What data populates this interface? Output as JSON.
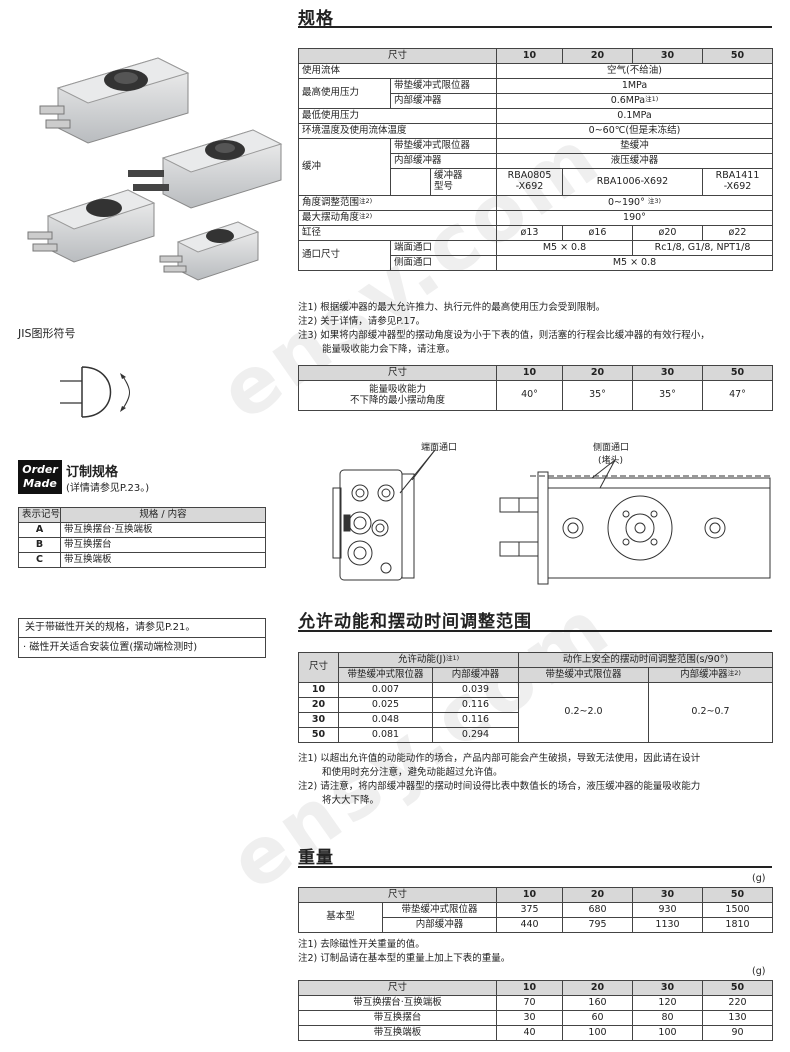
{
  "spec": {
    "title": "规格",
    "headers": [
      "尺寸",
      "10",
      "20",
      "30",
      "50"
    ],
    "fluid": {
      "label": "使用流体",
      "value": "空气(不给油)"
    },
    "max_pressure": {
      "label": "最高使用压力",
      "sub1": "带垫缓冲式限位器",
      "val1": "1MPa",
      "sub2": "内部缓冲器",
      "val2": "0.6MPa",
      "note_ref": "注1)"
    },
    "min_pressure": {
      "label": "最低使用压力",
      "value": "0.1MPa"
    },
    "temp": {
      "label": "环境温度及使用流体温度",
      "value": "0~60℃(但是未冻结)"
    },
    "cushion": {
      "label": "缓冲",
      "sub1": "带垫缓冲式限位器",
      "val1": "垫缓冲",
      "sub2": "内部缓冲器",
      "val2": "液压缓冲器",
      "sub3a": "缓冲器",
      "sub3b": "型号",
      "m1a": "RBA0805",
      "m1b": "-X692",
      "m2": "RBA1006-X692",
      "m3a": "RBA1411",
      "m3b": "-X692"
    },
    "angle_range": {
      "label": "角度调整范围",
      "note_ref": "注2)",
      "value": "0~190°",
      "value_note": "注3)"
    },
    "max_angle": {
      "label": "最大摆动角度",
      "note_ref": "注2)",
      "value": "190°"
    },
    "bore": {
      "label": "缸径",
      "values": [
        "ø13",
        "ø16",
        "ø20",
        "ø22"
      ]
    },
    "port": {
      "label": "通口尺寸",
      "sub1": "端面通口",
      "val1a": "M5 × 0.8",
      "val1b": "Rc1/8, G1/8, NPT1/8",
      "sub2": "侧面通口",
      "val2": "M5 × 0.8"
    },
    "notes": [
      "注1) 根据缓冲器的最大允许推力、执行元件的最高使用压力会受到限制。",
      "注2) 关于详情，请参见P.17。",
      "注3) 如果将内部缓冲器型的摆动角度设为小于下表的值，则活塞的行程会比缓冲器的有效行程小，",
      "能量吸收能力会下降，请注意。"
    ]
  },
  "energy_table": {
    "header": [
      "尺寸",
      "10",
      "20",
      "30",
      "50"
    ],
    "label1": "能量吸收能力",
    "label2": "不下降的最小摆动角度",
    "values": [
      "40°",
      "35°",
      "35°",
      "47°"
    ]
  },
  "diagram": {
    "end_port": "端面通口",
    "side_port": "侧面通口",
    "plug": "(堵头)"
  },
  "jis": {
    "label": "JIS图形符号"
  },
  "order_made": {
    "logo1": "Order",
    "logo2": "Made",
    "title": "订制规格",
    "subtitle": "(详情请参见P.23。)",
    "col1": "表示记号",
    "col2": "规格 / 内容",
    "rows": [
      {
        "code": "A",
        "text": "带互换摆台·互换端板"
      },
      {
        "code": "B",
        "text": "带互换摆台"
      },
      {
        "code": "C",
        "text": "带互换端板"
      }
    ]
  },
  "magnet": {
    "line1": "关于带磁性开关的规格，请参见P.21。",
    "line2": "· 磁性开关适合安装位置(摆动端检测时)"
  },
  "kinetic": {
    "title": "允许动能和摆动时间调整范围",
    "h_size": "尺寸",
    "h_energy": "允许动能(J)",
    "h_energy_note": "注1)",
    "h_time": "动作上安全的摆动时间调整范围(s/90°)",
    "sub1": "带垫缓冲式限位器",
    "sub2": "内部缓冲器",
    "sub4_note": "注2)",
    "rows": [
      {
        "size": "10",
        "e1": "0.007",
        "e2": "0.039"
      },
      {
        "size": "20",
        "e1": "0.025",
        "e2": "0.116"
      },
      {
        "size": "30",
        "e1": "0.048",
        "e2": "0.116"
      },
      {
        "size": "50",
        "e1": "0.081",
        "e2": "0.294"
      }
    ],
    "time1": "0.2~2.0",
    "time2": "0.2~0.7",
    "notes": [
      "注1) 以超出允许值的动能动作的场合，产品内部可能会产生破损，导致无法使用，因此请在设计",
      "和使用时充分注意，避免动能超过允许值。",
      "注2) 请注意，将内部缓冲器型的摆动时间设得比表中数值长的场合，液压缓冲器的能量吸收能力",
      "将大大下降。"
    ]
  },
  "weight": {
    "title": "重量",
    "unit": "(g)",
    "header": [
      "尺寸",
      "10",
      "20",
      "30",
      "50"
    ],
    "basic": "基本型",
    "rows": [
      {
        "label": "带垫缓冲式限位器",
        "values": [
          "375",
          "680",
          "930",
          "1500"
        ]
      },
      {
        "label": "内部缓冲器",
        "values": [
          "440",
          "795",
          "1130",
          "1810"
        ]
      }
    ],
    "notes": [
      "注1) 去除磁性开关重量的值。",
      "注2) 订制品请在基本型的重量上加上下表的重量。"
    ],
    "unit2": "(g)",
    "header2": [
      "尺寸",
      "10",
      "20",
      "30",
      "50"
    ],
    "rows2": [
      {
        "label": "带互换摆台·互换端板",
        "values": [
          "70",
          "160",
          "120",
          "220"
        ]
      },
      {
        "label": "带互换摆台",
        "values": [
          "30",
          "60",
          "80",
          "130"
        ]
      },
      {
        "label": "带互换端板",
        "values": [
          "40",
          "100",
          "100",
          "90"
        ]
      }
    ]
  },
  "watermark": "ensy.com"
}
